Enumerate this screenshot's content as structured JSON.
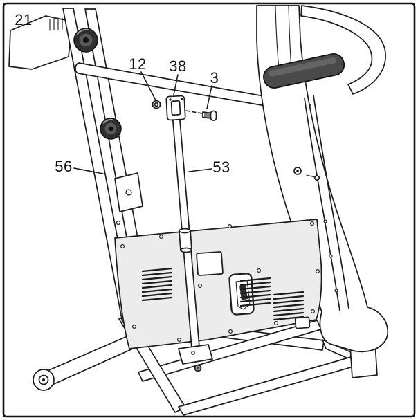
{
  "diagram": {
    "step_number": "21",
    "callouts": [
      {
        "label": "12"
      },
      {
        "label": "38"
      },
      {
        "label": "3"
      },
      {
        "label": "56"
      },
      {
        "label": "53"
      }
    ],
    "colors": {
      "ink": "#1c1c1c",
      "background": "#ffffff",
      "hood_gray": "#ececec",
      "grip_gray": "#4a4a4a"
    }
  }
}
